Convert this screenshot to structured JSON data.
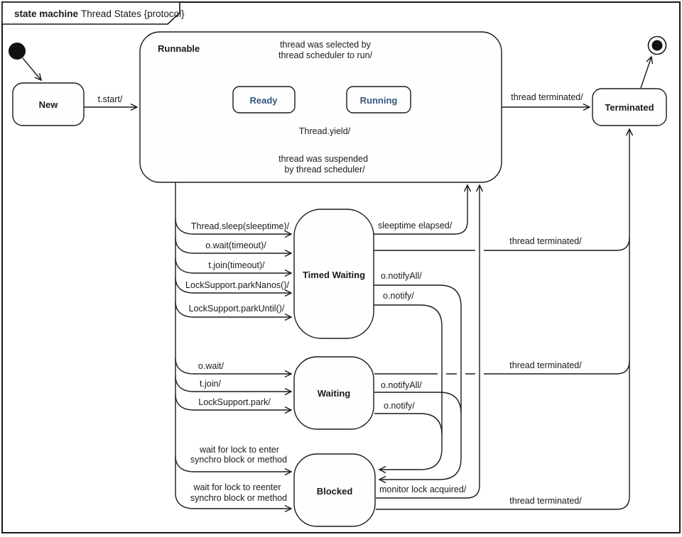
{
  "title": {
    "keyword": "state machine",
    "name": "Thread States {protocol}"
  },
  "colors": {
    "line": "#1a1a1a",
    "state_name_blue": "#35567E",
    "background": "#ffffff"
  },
  "states": {
    "new": {
      "label": "New"
    },
    "runnable": {
      "label": "Runnable"
    },
    "ready": {
      "label": "Ready"
    },
    "running": {
      "label": "Running"
    },
    "terminated": {
      "label": "Terminated"
    },
    "timed_waiting": {
      "label": "Timed Waiting"
    },
    "waiting": {
      "label": "Waiting"
    },
    "blocked": {
      "label": "Blocked"
    }
  },
  "transitions": {
    "t_start": "t.start/",
    "selected_line1": "thread was selected by",
    "selected_line2": "thread scheduler to run/",
    "yield": "Thread.yield/",
    "suspended_line1": "thread was suspended",
    "suspended_line2": "by thread scheduler/",
    "terminated_from_runnable": "thread terminated/",
    "sleep": "Thread.sleep(sleeptime)/",
    "wait_timeout": "o.wait(timeout)/",
    "join_timeout": "t.join(timeout)/",
    "park_nanos": "LockSupport.parkNanos()/",
    "park_until": "LockSupport.parkUntil()/",
    "sleeptime_elapsed": "sleeptime elapsed/",
    "terminated_from_timed_waiting": "thread terminated/",
    "notify_all_tw": "o.notifyAll/",
    "notify_tw": "o.notify/",
    "o_wait": "o.wait/",
    "t_join": "t.join/",
    "park": "LockSupport.park/",
    "notify_all_w": "o.notifyAll/",
    "notify_w": "o.notify/",
    "terminated_from_waiting": "thread terminated/",
    "enter_line1": "wait for lock to enter",
    "enter_line2": "synchro block or method",
    "reenter_line1": "wait for lock to reenter",
    "reenter_line2": "synchro block or method",
    "monitor_acquired": "monitor lock acquired/",
    "terminated_from_blocked": "thread terminated/"
  }
}
